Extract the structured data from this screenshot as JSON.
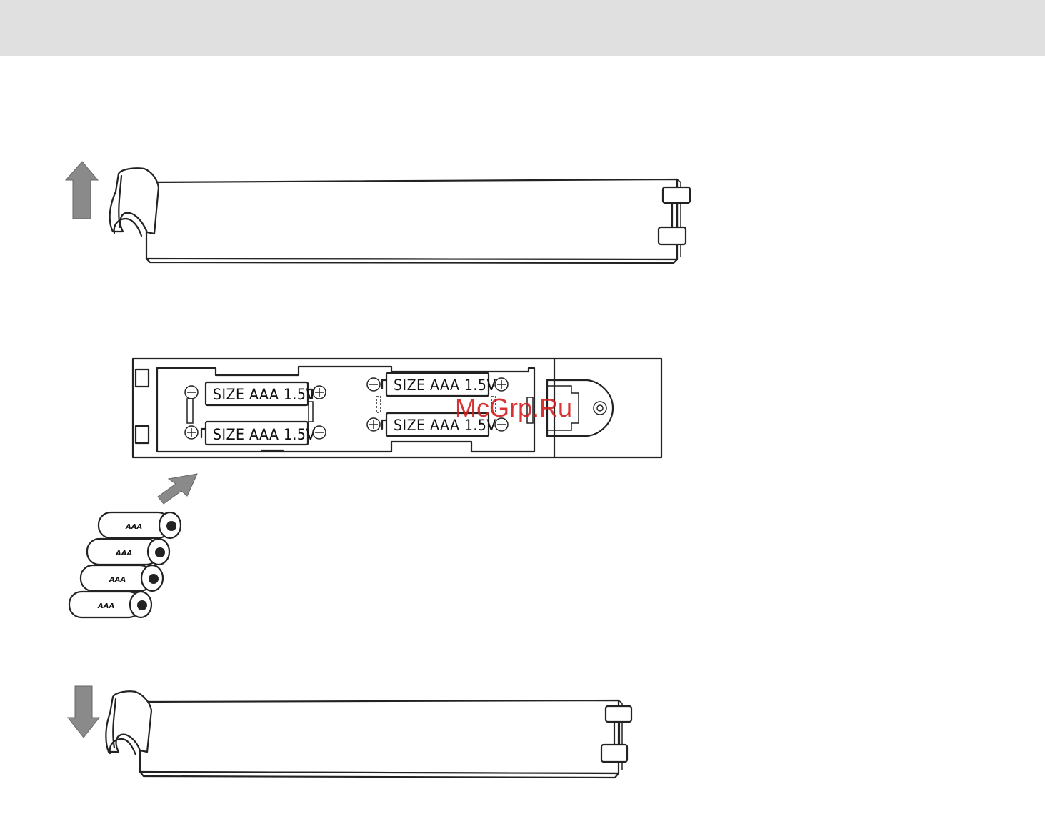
{
  "compartment": {
    "slots": [
      {
        "label": "SIZE AAA 1.5V"
      },
      {
        "label": "SIZE AAA 1.5V"
      },
      {
        "label": "SIZE AAA 1.5V"
      },
      {
        "label": "SIZE AAA 1.5V"
      }
    ]
  },
  "batteries": [
    {
      "label": "AAA"
    },
    {
      "label": "AAA"
    },
    {
      "label": "AAA"
    },
    {
      "label": "AAA"
    }
  ],
  "watermark": "McGrp.Ru",
  "colors": {
    "arrow": "#8a8a8a",
    "top_band": "#e0e0e0",
    "watermark": "#d21e1e"
  }
}
